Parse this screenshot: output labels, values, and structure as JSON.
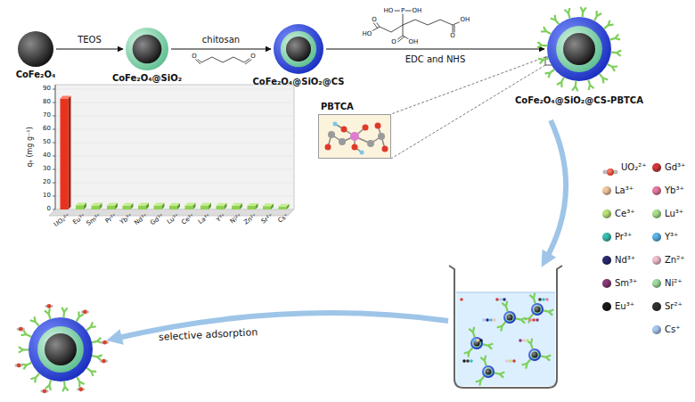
{
  "diagram": {
    "nodes": [
      {
        "text": [
          "CoFe₂O₄"
        ]
      },
      {
        "text": [
          "CoFe₂O₄@SiO₂"
        ]
      },
      {
        "text": [
          "CoFe₂O₄@SiO₂@CS"
        ]
      },
      {
        "text": [
          "CoFe₂O₄@SiO₂@CS-PBTCA"
        ]
      },
      {
        "text": [
          "PBTCA"
        ]
      }
    ],
    "edges": [
      {
        "from": 0,
        "to": 1,
        "label": "TEOS",
        "arrow": "to"
      },
      {
        "from": 1,
        "to": 2,
        "label": "chitosan",
        "arrow": "to"
      },
      {
        "from": 2,
        "to": 3,
        "label": "EDC and NHS",
        "arrow": "to"
      }
    ],
    "labels": [
      "qₑ (mg g⁻¹)",
      "0",
      "10",
      "20",
      "30",
      "40",
      "50",
      "60",
      "70",
      "80",
      "90",
      "UO₂²⁺",
      "Eu³⁺",
      "Sm³⁺",
      "Pr³⁺",
      "Yb³⁺",
      "Nd³⁺",
      "Gd³⁺",
      "Lu³⁺",
      "Ce³⁺",
      "La³⁺",
      "Y³⁺",
      "Ni²⁺",
      "Zn²⁺",
      "Sr²⁺",
      "Cs⁺",
      "O",
      "O",
      "HO",
      "P",
      "OH",
      "O",
      "HO",
      "O",
      "OH",
      "O",
      "OH",
      "selective adsorption"
    ],
    "legend": [
      {
        "text": "UO₂²⁺"
      },
      {
        "text": "La³⁺",
        "color": "#f2c6a0"
      },
      {
        "text": "Ce³⁺",
        "color": "#b9e27a"
      },
      {
        "text": "Pr³⁺",
        "color": "#3cbfb0"
      },
      {
        "text": "Nd³⁺",
        "color": "#2b2b70"
      },
      {
        "text": "Sm³⁺",
        "color": "#8a3a78"
      },
      {
        "text": "Eu³⁺",
        "color": "#1a1a1a"
      },
      {
        "text": "Gd³⁺",
        "color": "#d23a3a"
      },
      {
        "text": "Yb³⁺",
        "color": "#e87aa0"
      },
      {
        "text": "Lu³⁺",
        "color": "#a8e08a"
      },
      {
        "text": "Y³⁺",
        "color": "#5fb4e8"
      },
      {
        "text": "Zn²⁺",
        "color": "#f0bfd0"
      },
      {
        "text": "Ni²⁺",
        "color": "#9fdca0"
      },
      {
        "text": "Sr²⁺",
        "color": "#333333"
      },
      {
        "text": "Cs⁺",
        "color": "#a8c8f0"
      }
    ]
  }
}
